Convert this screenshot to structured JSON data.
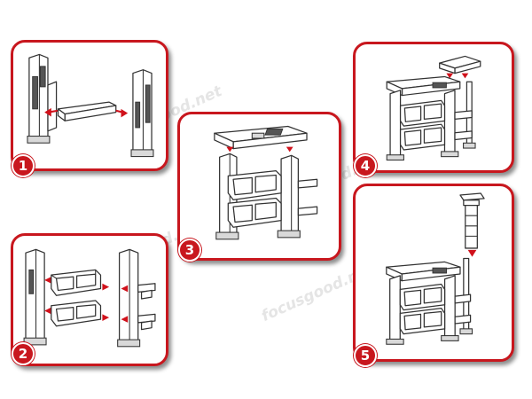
{
  "steps": [
    {
      "number": "1"
    },
    {
      "number": "2"
    },
    {
      "number": "3"
    },
    {
      "number": "4"
    },
    {
      "number": "5"
    }
  ],
  "watermark": "focusgood.net",
  "colors": {
    "frame": "#c8171e",
    "arrow": "#d0111b",
    "line": "#333333"
  }
}
